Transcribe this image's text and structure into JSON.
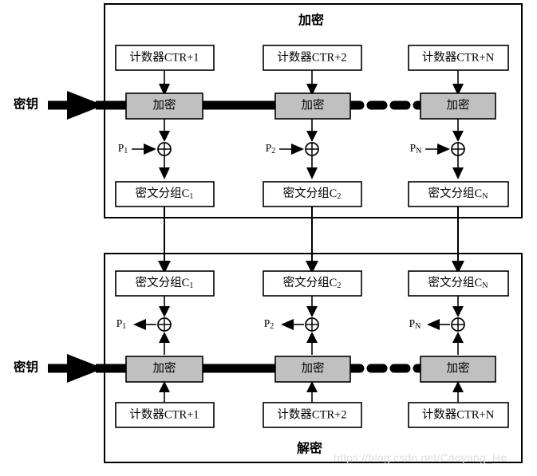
{
  "diagram": {
    "title_encrypt": "加密",
    "title_decrypt": "解密",
    "key_label_top": "密钥",
    "key_label_bottom": "密钥",
    "cipher_box_label": "加密",
    "watermark": "https://blog.csdn.net/Caoyang_He",
    "colors": {
      "cipher_block_fill": "#c0c0c0",
      "stroke": "#000000",
      "background": "#ffffff",
      "watermark": "#dedede"
    },
    "encrypt_section": {
      "label": "加密",
      "columns": [
        {
          "counter": "计数器CTR+1",
          "cipher": "加密",
          "plaintext": "P",
          "plaintext_sub": "1",
          "xor": "⊕",
          "output": "密文分组C",
          "output_sub": "1"
        },
        {
          "counter": "计数器CTR+2",
          "cipher": "加密",
          "plaintext": "P",
          "plaintext_sub": "2",
          "xor": "⊕",
          "output": "密文分组C",
          "output_sub": "2"
        },
        {
          "counter": "计数器CTR+N",
          "cipher": "加密",
          "plaintext": "P",
          "plaintext_sub": "N",
          "xor": "⊕",
          "output": "密文分组C",
          "output_sub": "N"
        }
      ]
    },
    "decrypt_section": {
      "label": "解密",
      "columns": [
        {
          "input": "密文分组C",
          "input_sub": "1",
          "plaintext": "P",
          "plaintext_sub": "1",
          "xor": "⊕",
          "cipher": "加密",
          "counter": "计数器CTR+1"
        },
        {
          "input": "密文分组C",
          "input_sub": "2",
          "plaintext": "P",
          "plaintext_sub": "2",
          "xor": "⊕",
          "cipher": "加密",
          "counter": "计数器CTR+2"
        },
        {
          "input": "密文分组C",
          "input_sub": "N",
          "plaintext": "P",
          "plaintext_sub": "N",
          "xor": "⊕",
          "cipher": "加密",
          "counter": "计数器CTR+N"
        }
      ]
    }
  }
}
